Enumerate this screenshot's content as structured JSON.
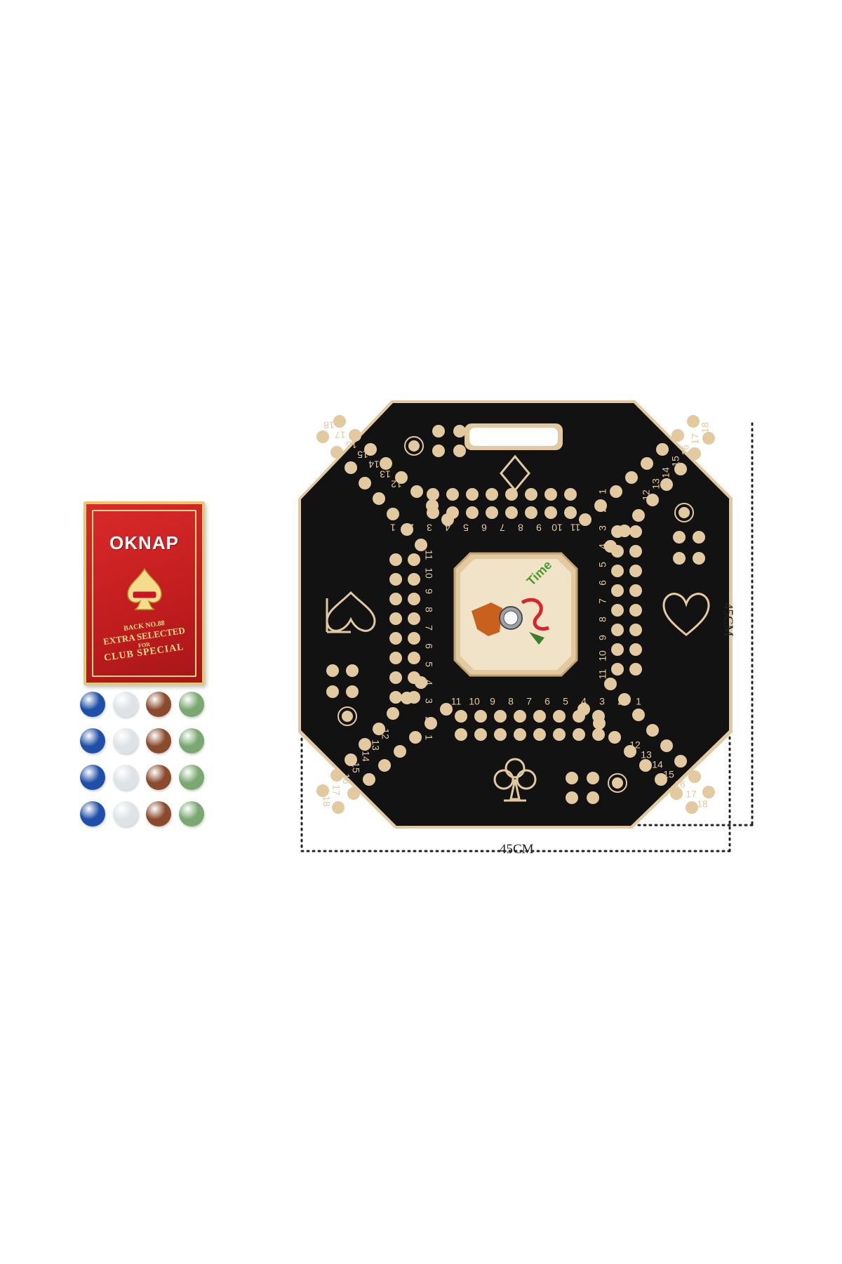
{
  "card_box": {
    "brand": "OKNAP",
    "line1": "BACK NO.88",
    "line2": "EXTRA SELECTED",
    "line3": "FOR",
    "line4": "CLUB SPECIAL"
  },
  "marbles": {
    "rows": 4,
    "colors": [
      "#1f4fa8",
      "#dde3e6",
      "#8a4a2c",
      "#7aa870"
    ]
  },
  "board": {
    "color": "#121212",
    "accent": "#e2c9a0",
    "center_logo_word": "Time",
    "track_numbers": [
      "1",
      "2",
      "3",
      "4",
      "5",
      "6",
      "7",
      "8",
      "9",
      "10",
      "11",
      "12",
      "13",
      "14",
      "15",
      "16",
      "17",
      "18"
    ],
    "suits": [
      "diamond",
      "heart",
      "club",
      "spade"
    ]
  },
  "dimensions": {
    "width_label": "45CM",
    "height_label": "45CM"
  }
}
